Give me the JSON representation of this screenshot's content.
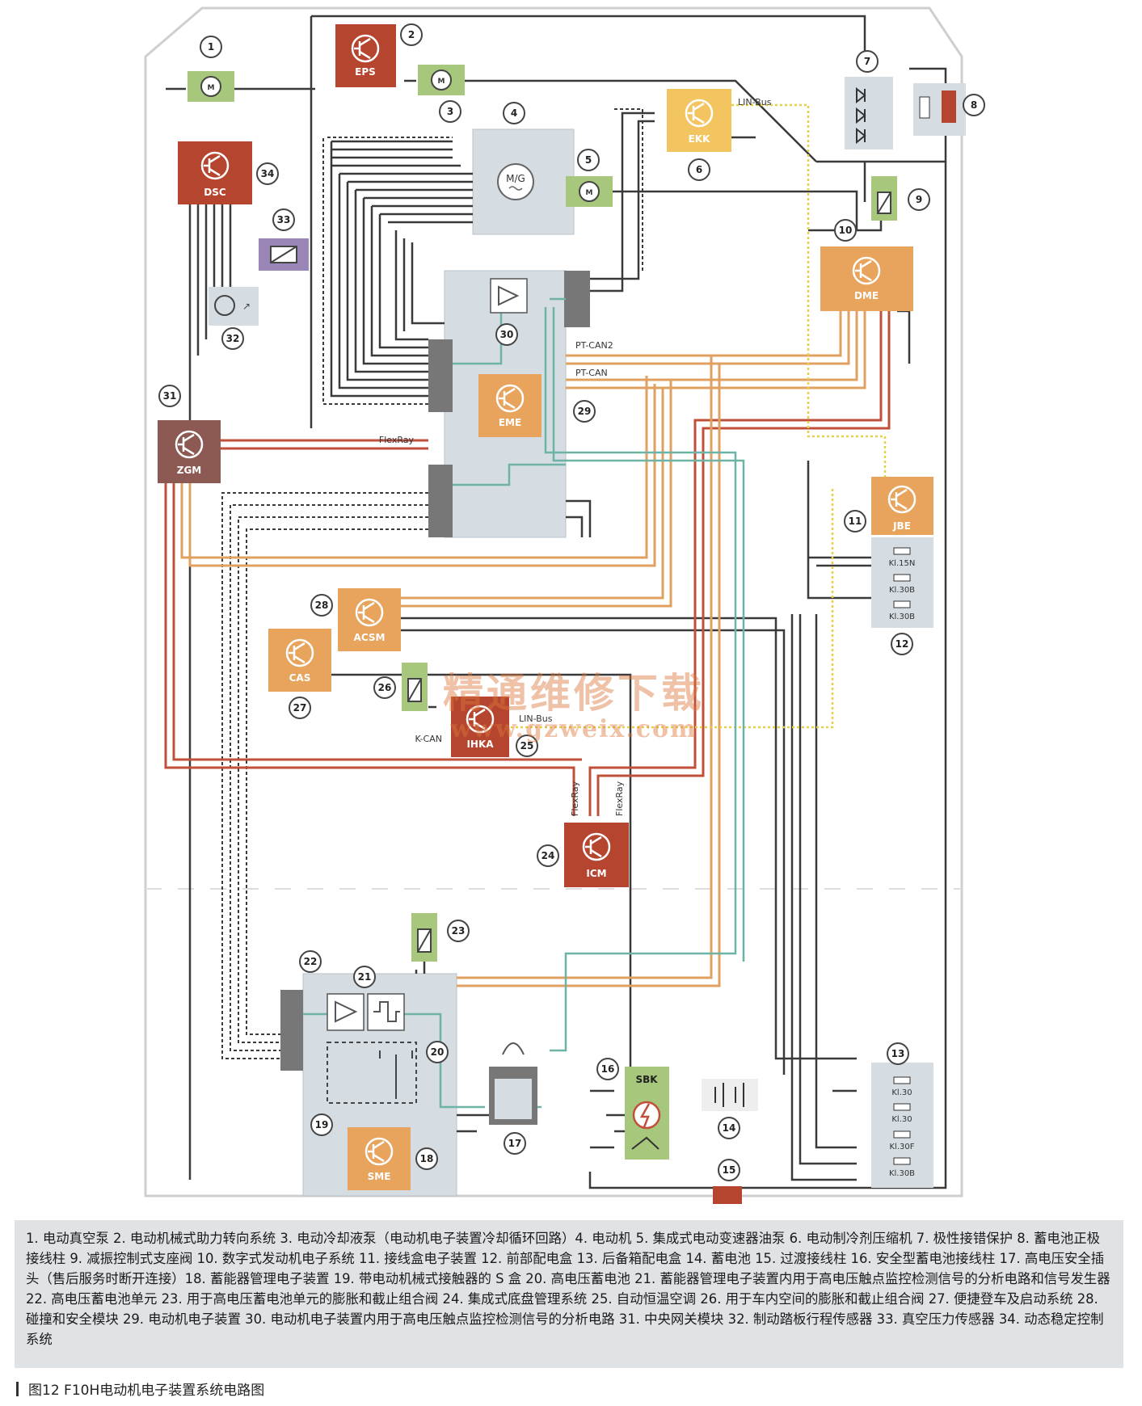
{
  "modules": [
    {
      "id": "ecu-eps",
      "label": "EPS",
      "num": "2"
    },
    {
      "id": "ecu-ekk",
      "label": "EKK",
      "num": "6"
    },
    {
      "id": "ecu-dsc",
      "label": "DSC",
      "num": "34"
    },
    {
      "id": "ecu-dme",
      "label": "DME",
      "num": "10"
    },
    {
      "id": "ecu-eme",
      "label": "EME",
      "num": "29"
    },
    {
      "id": "ecu-zgm",
      "label": "ZGM",
      "num": "31"
    },
    {
      "id": "ecu-jbe",
      "label": "JBE",
      "num": "11"
    },
    {
      "id": "ecu-acsm",
      "label": "ACSM",
      "num": "28"
    },
    {
      "id": "ecu-cas",
      "label": "CAS",
      "num": "27"
    },
    {
      "id": "ecu-ihka",
      "label": "IHKA",
      "num": "25"
    },
    {
      "id": "ecu-icm",
      "label": "ICM",
      "num": "24"
    },
    {
      "id": "ecu-sme",
      "label": "SME",
      "num": "18"
    },
    {
      "id": "ecu-sbk",
      "label": "SBK",
      "num": "16"
    }
  ],
  "mg_label": "M/G",
  "bus_labels": {
    "lin_bus_top": "LIN-Bus",
    "lin_bus_bottom": "LIN-Bus",
    "pt_can2": "PT-CAN2",
    "pt_can": "PT-CAN",
    "flexray_main": "FlexRay",
    "k_can": "K-CAN",
    "flexray_left": "FlexRay",
    "flexray_right": "FlexRay"
  },
  "terminals": {
    "front_box": [
      "Kl.15N",
      "Kl.30B",
      "Kl.30B"
    ],
    "rear_box": [
      "Kl.30",
      "Kl.30",
      "Kl.30F",
      "Kl.30B"
    ]
  },
  "legend_text": "1. 电动真空泵 2. 电动机械式助力转向系统 3. 电动冷却液泵（电动机电子装置冷却循环回路）4. 电动机 5. 集成式电动变速器油泵 6. 电动制冷剂压缩机 7. 极性接错保护 8. 蓄电池正极接线柱 9. 减振控制式支座阀 10. 数字式发动机电子系统 11. 接线盒电子装置 12. 前部配电盒 13. 后备箱配电盒 14. 蓄电池 15. 过渡接线柱 16. 安全型蓄电池接线柱 17. 高电压安全插头（售后服务时断开连接）18. 蓄能器管理电子装置 19. 带电动机械式接触器的 S 盒 20. 高电压蓄电池 21. 蓄能器管理电子装置内用于高电压触点监控检测信号的分析电路和信号发生器 22. 高电压蓄电池单元 23. 用于高电压蓄电池单元的膨胀和截止组合阀 24. 集成式底盘管理系统 25. 自动恒温空调 26. 用于车内空间的膨胀和截止组合阀 27. 便捷登车及启动系统 28. 碰撞和安全模块 29. 电动机电子装置 30. 电动机电子装置内用于高电压触点监控检测信号的分析电路 31. 中央网关模块 32. 制动踏板行程传感器 33. 真空压力传感器 34. 动态稳定控制系统",
  "caption": "图12  F10H电动机电子装置系统电路图",
  "watermark": {
    "cn": "精通维修下载",
    "url": "www.gzweix.com"
  },
  "colors": {
    "ecu_red": "#b5452f",
    "ecu_orange": "#e8a35c",
    "ecu_yellow": "#f3c561",
    "ecu_brown": "#8d5a53",
    "sensor_green": "#a7c77c",
    "sensor_purple": "#9a86b6",
    "flexray": "#c0503a",
    "ptcan": "#e0a060",
    "lin": "#e6d04a",
    "hv_sense": "#6fb3a6",
    "wire": "#3a3a3a",
    "housing": "#d5dde3"
  }
}
